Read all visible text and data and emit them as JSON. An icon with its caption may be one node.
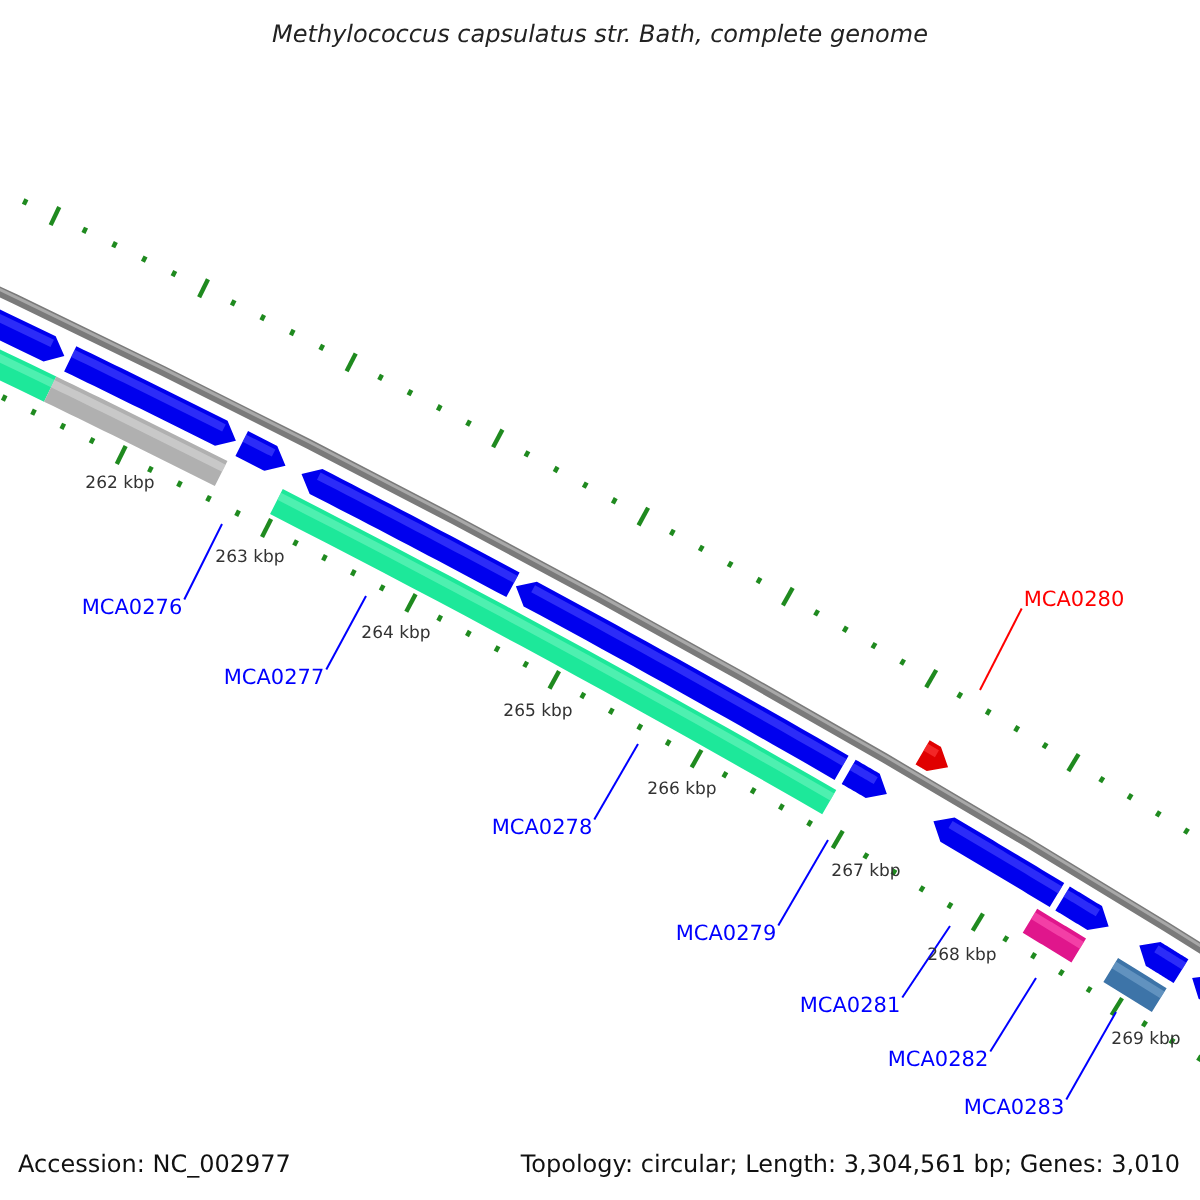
{
  "diagram": {
    "title": "Methylococcus capsulatus str. Bath, complete genome",
    "nodes": [
      {
        "text": [
          "MCA0276"
        ]
      },
      {
        "text": [
          "MCA0277"
        ]
      },
      {
        "text": [
          "MCA0278"
        ]
      },
      {
        "text": [
          "MCA0279"
        ]
      },
      {
        "text": [
          "MCA0280"
        ]
      },
      {
        "text": [
          "MCA0281"
        ]
      },
      {
        "text": [
          "MCA0282"
        ]
      },
      {
        "text": [
          "MCA0283"
        ]
      }
    ],
    "edges": [
      {
        "from": 0,
        "to": null,
        "arrow": "none"
      },
      {
        "from": 1,
        "to": null,
        "arrow": "none"
      },
      {
        "from": 2,
        "to": null,
        "arrow": "none"
      },
      {
        "from": 3,
        "to": null,
        "arrow": "none"
      },
      {
        "from": 4,
        "to": null,
        "arrow": "none",
        "color": "#ff0000"
      },
      {
        "from": 5,
        "to": null,
        "arrow": "none"
      },
      {
        "from": 6,
        "to": null,
        "arrow": "none"
      },
      {
        "from": 7,
        "to": null,
        "arrow": "none"
      }
    ],
    "labels": [
      "262 kbp",
      "263 kbp",
      "264 kbp",
      "265 kbp",
      "266 kbp",
      "267 kbp",
      "268 kbp",
      "269 kbp",
      "Accession: NC_002977",
      "Topology: circular; Length: 3,304,561 bp; Genes: 3,010"
    ]
  }
}
